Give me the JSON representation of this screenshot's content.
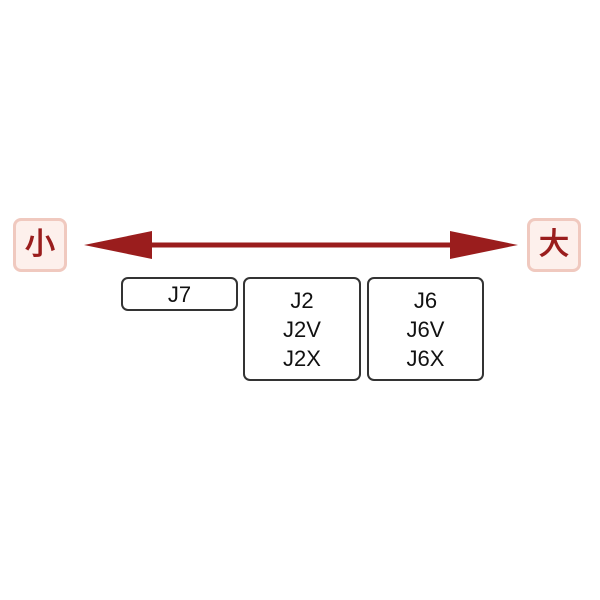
{
  "scale": {
    "small_label": "小",
    "large_label": "大"
  },
  "colors": {
    "arrow": "#9a1d1d",
    "label_border": "#f0c9bf",
    "label_fill": "#fdf0ec",
    "label_text": "#9a1d1d",
    "box_border": "#333333"
  },
  "groups": [
    {
      "items": [
        "J7"
      ]
    },
    {
      "items": [
        "J2",
        "J2V",
        "J2X"
      ]
    },
    {
      "items": [
        "J6",
        "J6V",
        "J6X"
      ]
    }
  ]
}
